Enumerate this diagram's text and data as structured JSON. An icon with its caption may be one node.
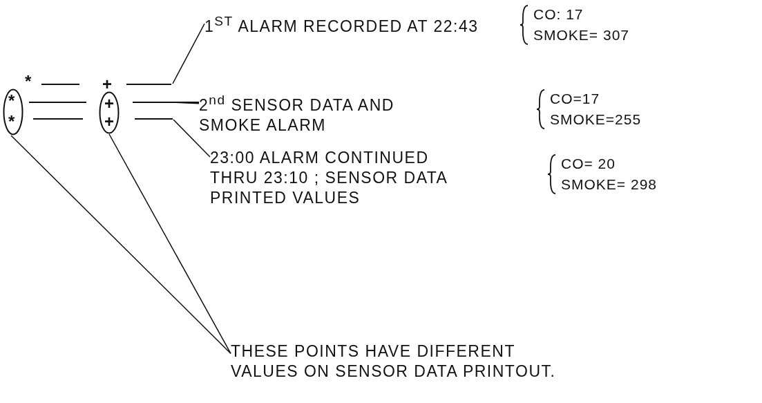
{
  "diagram": {
    "nodes": [
      {
        "text": [
          "*",
          "*"
        ]
      },
      {
        "text": [
          "+",
          "+"
        ]
      },
      {
        "text": [
          "1$^{ST}$ ALARM RECORDED AT 22:43"
        ],
        "beside": [
          "CO: 17",
          "SMOKE= 307"
        ]
      },
      {
        "text": [
          "2$^{nd}$ SENSOR DATA AND SMOKE ALARM"
        ],
        "beside": [
          "CO=17",
          "SMOKE=255"
        ]
      },
      {
        "text": [
          "23:00 ALARM CONTINUED THRU 23:10 ; SENSOR DATA PRINTED VALUES"
        ],
        "beside": [
          "CO= 20",
          "SMOKE= 298"
        ]
      },
      {
        "text": [
          "THESE POINTS HAVE DIFFERENT VALUES ON SENSOR DATA PRINTOUT."
        ]
      }
    ],
    "edges": [
      {
        "from": 2,
        "to": null,
        "arrow": "none"
      },
      {
        "from": 3,
        "to": null,
        "arrow": "none"
      },
      {
        "from": 4,
        "to": null,
        "arrow": "none"
      },
      {
        "from": 5,
        "to": 0,
        "arrow": "none"
      },
      {
        "from": 5,
        "to": 1,
        "arrow": "none"
      }
    ],
    "labels": [
      "*",
      "+"
    ]
  }
}
